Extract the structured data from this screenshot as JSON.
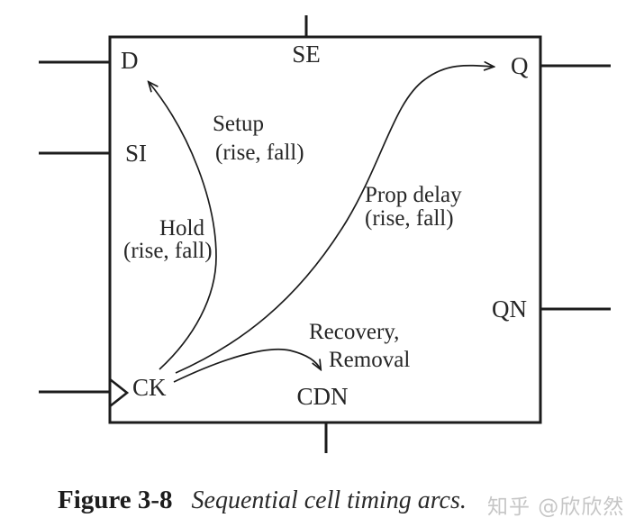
{
  "figure": {
    "pins": {
      "d": "D",
      "si": "SI",
      "ck": "CK",
      "se": "SE",
      "q": "Q",
      "qn": "QN",
      "cdn": "CDN"
    },
    "arcs": {
      "setup": {
        "line1": "Setup",
        "line2": "(rise, fall)"
      },
      "hold": {
        "line1": "Hold",
        "line2": "(rise, fall)"
      },
      "prop_delay": {
        "line1": "Prop delay",
        "line2": "(rise, fall)"
      },
      "recovery": {
        "line1": "Recovery,",
        "line2": "Removal"
      }
    },
    "caption": {
      "label": "Figure 3-8",
      "text": "Sequential cell timing arcs."
    },
    "watermark": "知乎 @欣欣然",
    "colors": {
      "ink": "#1c1c1c",
      "text": "#262626",
      "watermark": "#c6c6c6",
      "background": "#ffffff"
    }
  }
}
